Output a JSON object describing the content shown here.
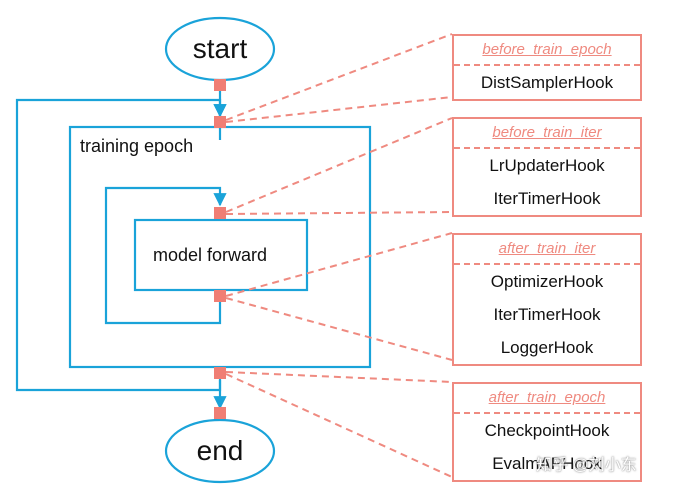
{
  "diagram": {
    "start_label": "start",
    "end_label": "end",
    "epoch_label": "training epoch",
    "forward_label": "model forward"
  },
  "hooks": [
    {
      "title": "before_train_epoch",
      "items": [
        "DistSamplerHook"
      ]
    },
    {
      "title": "before_train_iter",
      "items": [
        "LrUpdaterHook",
        "IterTimerHook"
      ]
    },
    {
      "title": "after_train_iter",
      "items": [
        "OptimizerHook",
        "IterTimerHook",
        "LoggerHook"
      ]
    },
    {
      "title": "after_train_epoch",
      "items": [
        "CheckpointHook",
        "EvalmAPHook"
      ]
    }
  ],
  "watermark": "知乎 @刘小东",
  "colors": {
    "flow_blue": "#1aa3d9",
    "hook_salmon": "#ef8a80",
    "hook_point": "#f07e74"
  }
}
